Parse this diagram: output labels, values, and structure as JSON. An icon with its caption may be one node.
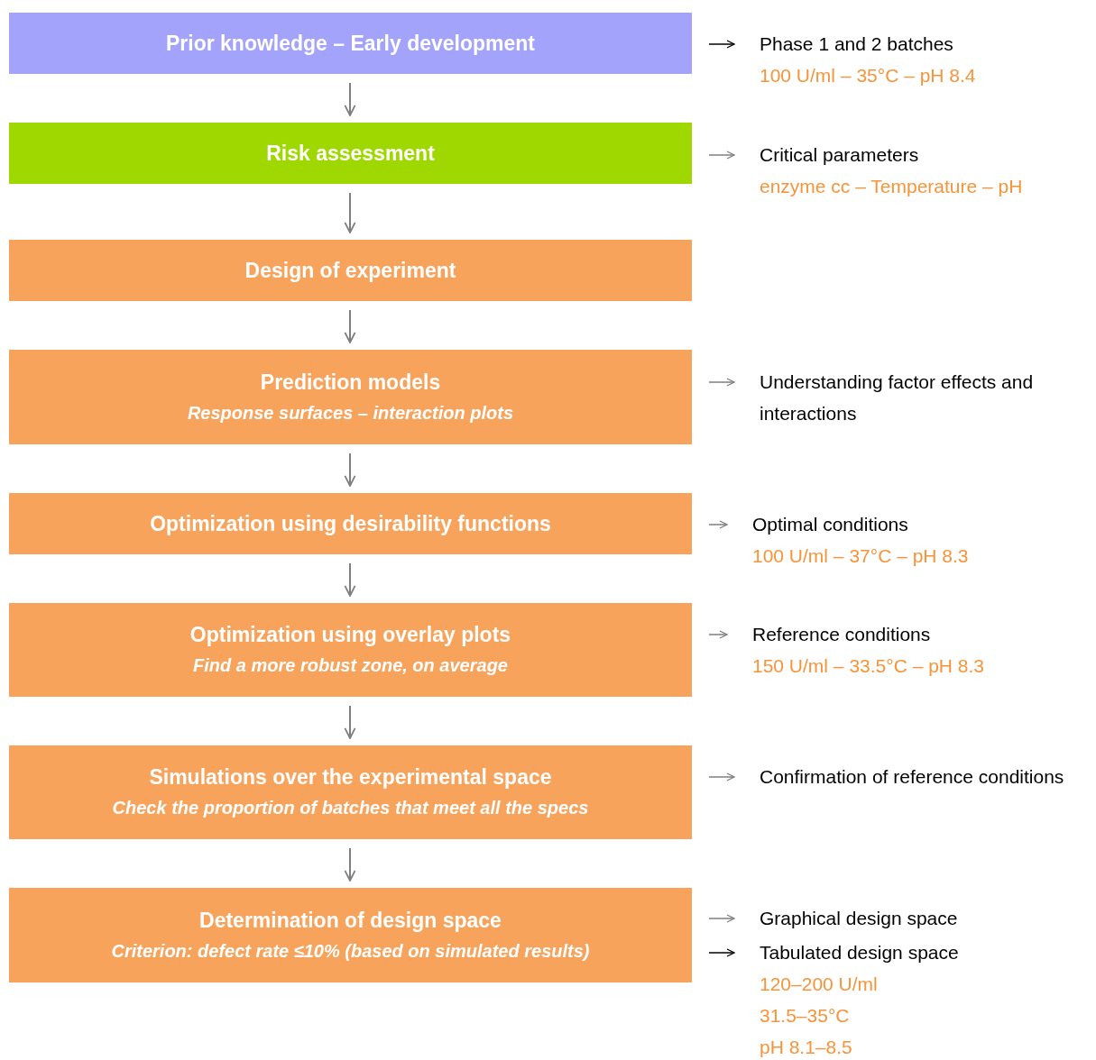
{
  "diagram": {
    "nodes": [
      {
        "text": [
          "Prior knowledge – Early development"
        ]
      },
      {
        "text": [
          "Phase 1 and 2 batches",
          "100 U/ml – 35°C – pH 8.4"
        ]
      },
      {
        "text": [
          "Risk assessment"
        ]
      },
      {
        "text": [
          "Critical parameters",
          "enzyme cc – Temperature – pH"
        ]
      },
      {
        "text": [
          "Design of experiment"
        ]
      },
      {
        "text": [
          "Prediction models",
          "Response surfaces – interaction plots"
        ]
      },
      {
        "text": [
          "Understanding factor effects and interactions"
        ]
      },
      {
        "text": [
          "Optimization using desirability functions"
        ]
      },
      {
        "text": [
          "Optimal conditions",
          "100 U/ml – 37°C – pH 8.3"
        ]
      },
      {
        "text": [
          "Optimization using overlay plots",
          "Find a more robust zone, on average"
        ]
      },
      {
        "text": [
          "Reference conditions",
          "150 U/ml – 33.5°C – pH 8.3"
        ]
      },
      {
        "text": [
          "Simulations over the experimental space",
          "Check the proportion of batches that meet all the specs"
        ]
      },
      {
        "text": [
          "Confirmation of reference conditions"
        ]
      },
      {
        "text": [
          "Determination of design space",
          "Criterion: defect rate ≤10% (based on simulated results)"
        ]
      },
      {
        "text": [
          "Graphical design space"
        ]
      },
      {
        "text": [
          "Tabulated design space",
          "120–200 U/ml",
          "31.5–35°C",
          "pH 8.1–8.5"
        ]
      }
    ],
    "edges": [
      {
        "from": 0,
        "to": 2,
        "arrow": "to"
      },
      {
        "from": 2,
        "to": 4,
        "arrow": "to"
      },
      {
        "from": 4,
        "to": 5,
        "arrow": "to"
      },
      {
        "from": 5,
        "to": 7,
        "arrow": "to"
      },
      {
        "from": 7,
        "to": 9,
        "arrow": "to"
      },
      {
        "from": 9,
        "to": 11,
        "arrow": "to"
      },
      {
        "from": 11,
        "to": 13,
        "arrow": "to"
      },
      {
        "from": null,
        "to": 1,
        "arrow": "to",
        "color": "#000000"
      },
      {
        "from": null,
        "to": 3,
        "arrow": "to"
      },
      {
        "from": null,
        "to": 6,
        "arrow": "to"
      },
      {
        "from": null,
        "to": 8,
        "arrow": "to"
      },
      {
        "from": null,
        "to": 10,
        "arrow": "to"
      },
      {
        "from": null,
        "to": 12,
        "arrow": "to"
      },
      {
        "from": null,
        "to": 14,
        "arrow": "to"
      },
      {
        "from": null,
        "to": 15,
        "arrow": "to",
        "color": "#000000"
      }
    ]
  }
}
